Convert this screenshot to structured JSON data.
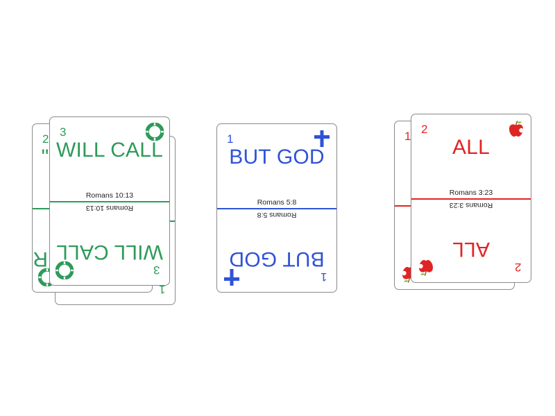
{
  "colors": {
    "green": "#2e9a5a",
    "blue": "#2f52d6",
    "red": "#e02424"
  },
  "stacks": {
    "green": {
      "back_card": {
        "number": "1",
        "icon": "life-ring-icon"
      },
      "middle_card": {
        "number": "2",
        "word_fragment": "\"",
        "word_fragment_bottom": "R",
        "icon": "life-ring-icon"
      },
      "front_card": {
        "number": "3",
        "word": "WILL CALL",
        "reference": "Romans 10:13",
        "icon": "life-ring-icon"
      }
    },
    "blue": {
      "front_card": {
        "number": "1",
        "word": "BUT GOD",
        "reference": "Romans 5:8",
        "icon": "cross-icon"
      }
    },
    "red": {
      "back_card": {
        "number": "1",
        "icon": "apple-icon"
      },
      "front_card": {
        "number": "2",
        "word": "ALL",
        "reference": "Romans 3:23",
        "icon": "apple-icon"
      }
    }
  }
}
